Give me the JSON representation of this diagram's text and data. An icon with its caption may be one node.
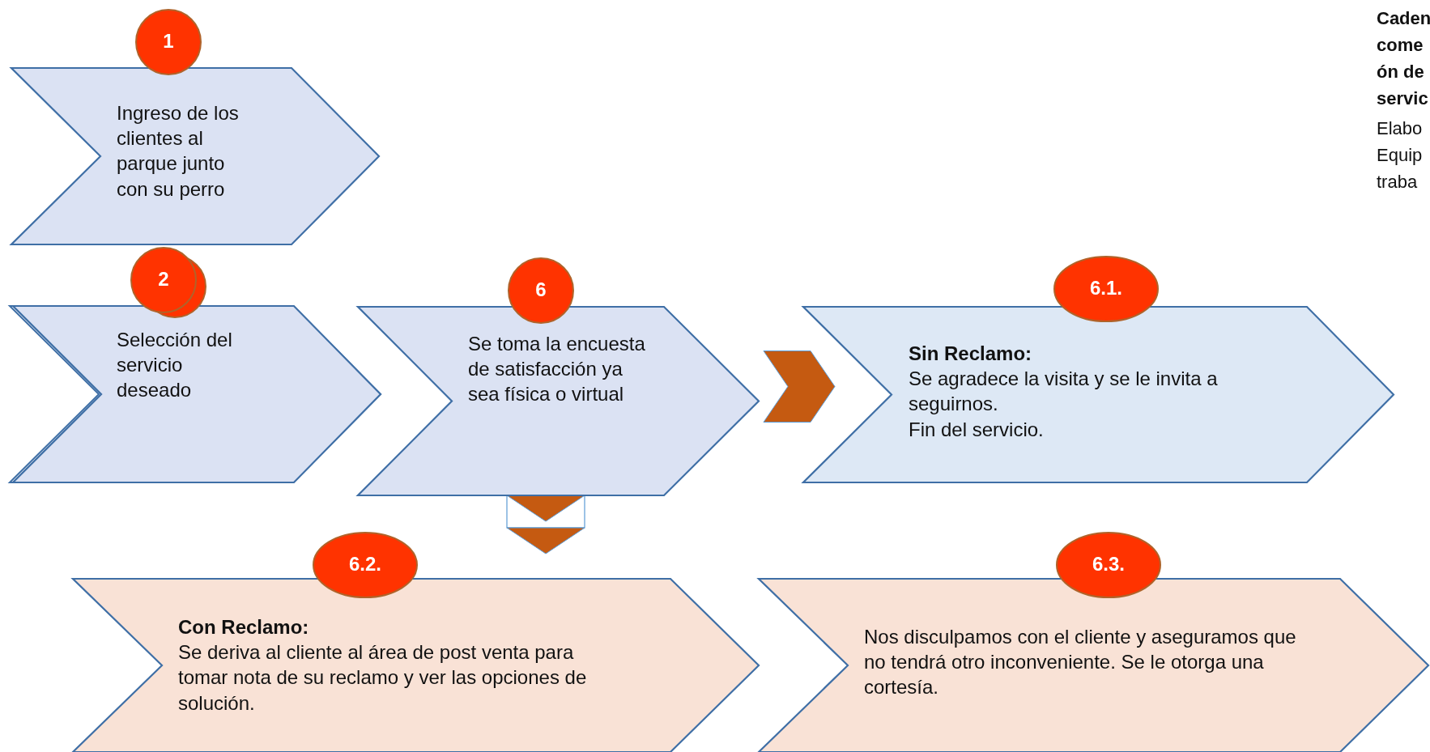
{
  "diagram": {
    "nodes": [
      {
        "text": [
          "1"
        ]
      },
      {
        "text": [
          "Ingreso de los clientes al parque junto con su perro"
        ]
      },
      {
        "text": [
          "2"
        ]
      },
      {
        "text": [
          "Selección del servicio deseado"
        ]
      },
      {
        "text": [
          "6"
        ]
      },
      {
        "text": [
          "Se toma la encuesta de satisfacción ya sea física o virtual"
        ]
      },
      {
        "text": [
          "6.1."
        ]
      },
      {
        "text": [
          "Sin Reclamo:",
          "Se agradece la visita y se le invita a seguirnos.",
          "Fin del servicio."
        ]
      },
      {
        "text": [
          "6.2."
        ]
      },
      {
        "text": [
          "Con Reclamo:",
          "Se deriva al cliente al área de post venta para tomar nota de su reclamo y ver las opciones de solución."
        ]
      },
      {
        "text": [
          "6.3."
        ]
      },
      {
        "text": [
          "Nos disculpamos con el cliente y aseguramos que no tendrá otro inconveniente. Se le otorga una cortesía."
        ]
      }
    ],
    "edges": [
      {
        "from": 5,
        "to": 7,
        "arrow": "to"
      },
      {
        "from": 5,
        "to": 9,
        "arrow": "to"
      }
    ],
    "labels": [
      "Caden come ón de servic",
      "Elabo Equip traba"
    ]
  }
}
